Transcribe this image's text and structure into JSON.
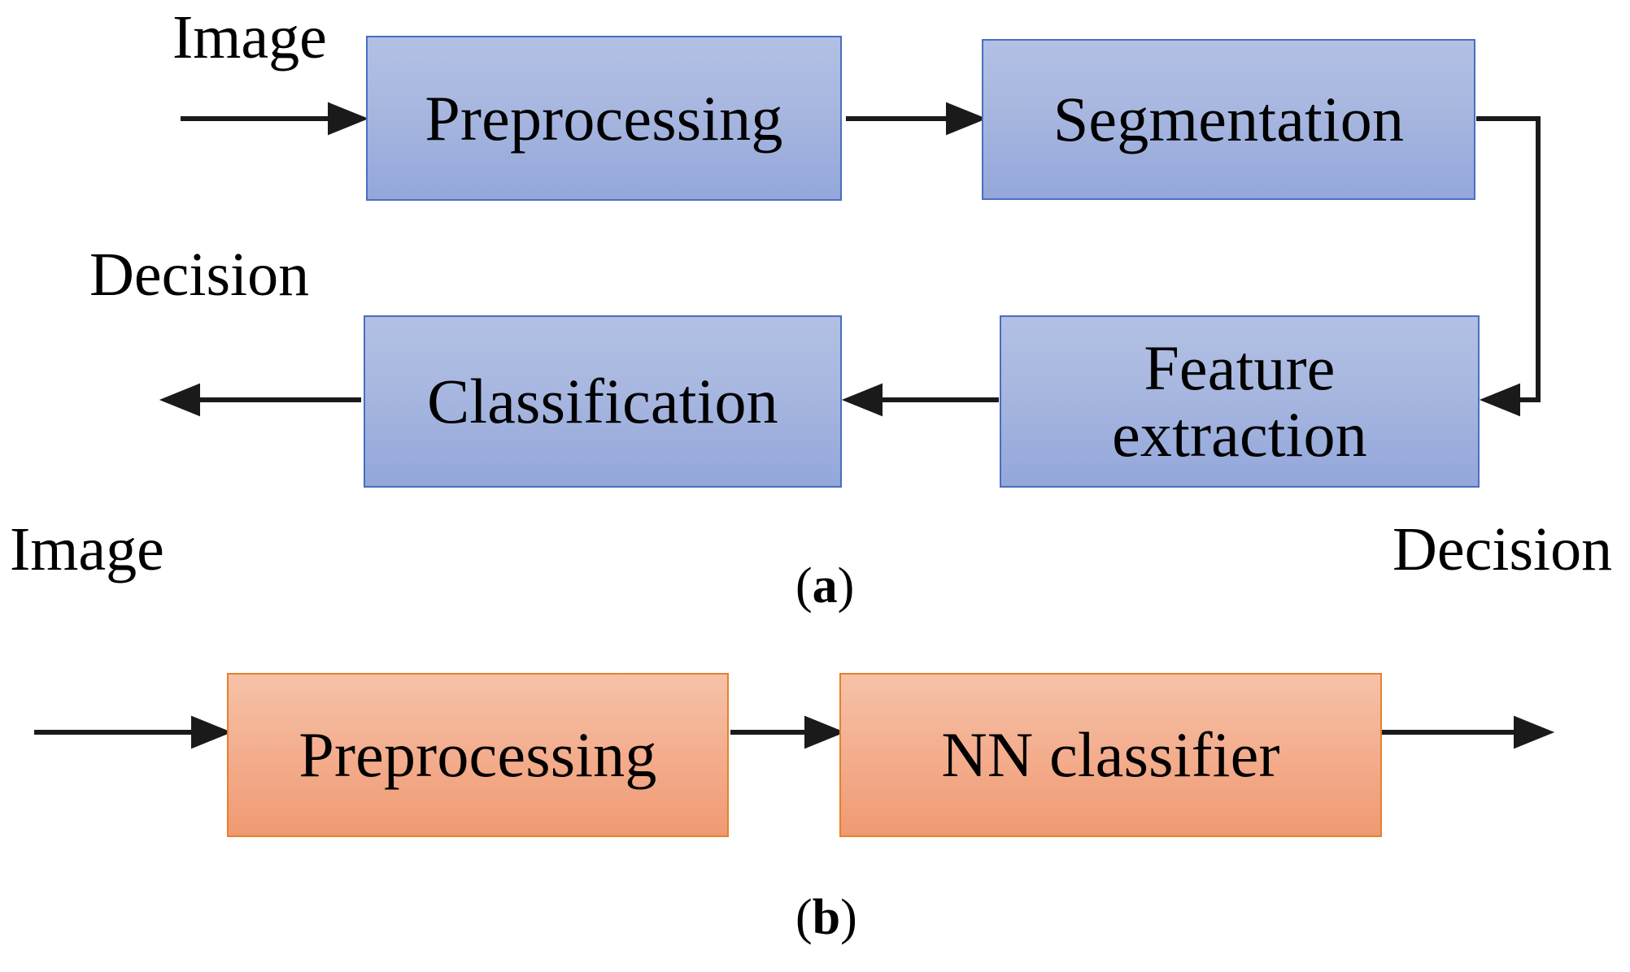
{
  "figure": {
    "panels": [
      {
        "id": "a",
        "caption": "(a)",
        "caption_letter": "a",
        "caption_open": "(",
        "caption_close": ")",
        "style": "blue",
        "accent_fill_top": "#b2c0e4",
        "accent_fill_bottom": "#93a7da",
        "accent_border": "#4a6ec0",
        "input_label": "Image",
        "output_label": "Decision",
        "stages": [
          {
            "label": "Preprocessing"
          },
          {
            "label": "Segmentation"
          },
          {
            "label": "Feature\nextraction",
            "line1": "Feature",
            "line2": "extraction"
          },
          {
            "label": "Classification"
          }
        ],
        "flow": "Image → Preprocessing → Segmentation → Feature extraction → Classification → Decision"
      },
      {
        "id": "b",
        "caption": "(b)",
        "caption_letter": "b",
        "caption_open": "(",
        "caption_close": ")",
        "style": "orange",
        "accent_fill_top": "#f6c2a7",
        "accent_fill_bottom": "#f09a72",
        "accent_border": "#e4812f",
        "input_label": "Image",
        "output_label": "Decision",
        "stages": [
          {
            "label": "Preprocessing"
          },
          {
            "label": "NN classifier"
          }
        ],
        "flow": "Image → Preprocessing → NN classifier → Decision"
      }
    ],
    "arrow_color": "#1a1a1a"
  }
}
